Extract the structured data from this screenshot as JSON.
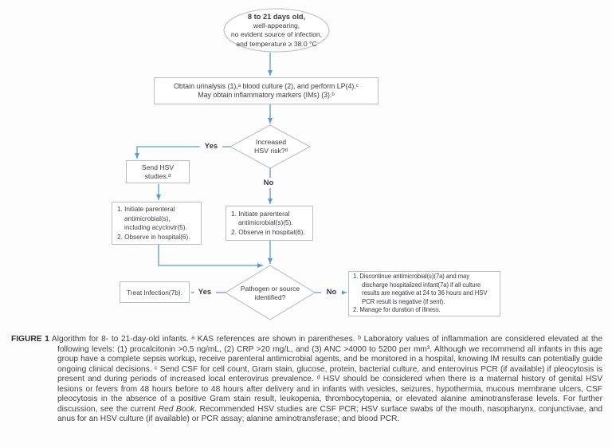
{
  "colors": {
    "arrow_blue": "#5b9bd5",
    "shape_border_gray": "#b9bfc9",
    "flowchart_text": "#3b3b46",
    "caption_text": "#3f3f3f"
  },
  "flowchart": {
    "start_oval": {
      "lines": [
        "8 to 21 days old,",
        "well-appearing,",
        "no evident source of infection,",
        "and temperature ≥ 38.0 °C"
      ]
    },
    "workup_box": {
      "lines": [
        "Obtain urinalysis (1),ᵃ blood culture (2), and perform LP(4).ᶜ",
        "May obtain inflammatory markers (IMs) (3).ᵇ"
      ]
    },
    "hsv_risk_diamond": {
      "lines": [
        "Increased",
        "HSV risk?ᵈ"
      ]
    },
    "labels": {
      "yes1": "Yes",
      "no1": "No",
      "yes2": "Yes",
      "no2": "No"
    },
    "send_hsv_box": {
      "lines": [
        "Send HSV",
        "studies.ᵈ"
      ]
    },
    "init_acyclovir_box": {
      "lines": [
        "1. Initiate parenteral",
        "antimicrobial(s),",
        "including acyclovir(5).",
        "2. Observe in hospital(6)."
      ]
    },
    "init_box": {
      "lines": [
        "1. Initiate parenteral",
        "antimicrobial(s)(5).",
        "2. Observe in hospital(6)."
      ]
    },
    "pathogen_diamond": {
      "lines": [
        "Pathogen or source",
        "identified?"
      ]
    },
    "treat_box": {
      "label": "Treat Infection(7b)."
    },
    "discharge_box": {
      "lines": [
        "1. Discontinue antimicrobial(s)(7a) and may",
        "discharge hospitalized infant(7a) if all culture",
        "results are negative at 24 to 36 hours and HSV",
        "PCR result is negative (if sent).",
        "2. Manage for duration of illness."
      ]
    }
  },
  "caption": {
    "label": "FIGURE 1",
    "before_red_book": " Algorithm for 8- to 21-day-old infants. ᵃ KAS references are shown in parentheses. ᵇ Laboratory values of inflammation are considered elevated at the following levels: (1) procalcitonin >0.5 ng/mL, (2) CRP >20 mg/L, and (3) ANC >4000 to 5200 per mm³. Although we recommend all infants in this age group have a complete sepsis workup, receive parenteral antimicrobial agents, and be monitored in a hospital, knowing IM results can potentially guide ongoing clinical decisions. ᶜ Send CSF for cell count, Gram stain, glucose, protein, bacterial culture, and enterovirus PCR (if available) if pleocytosis is present and during periods of increased local enterovirus prevalence. ᵈ HSV should be considered when there is a maternal history of genital HSV lesions or fevers from 48 hours before to 48 hours after delivery and in infants with vesicles, seizures, hypothermia, mucous membrane ulcers, CSF pleocytosis in the absence of a positive Gram stain result, leukopenia, thrombocytopenia, or elevated alanine aminotransferase levels. For further discussion, see the current ",
    "red_book": "Red Book",
    "after_red_book": ". Recommended HSV studies are CSF PCR; HSV surface swabs of the mouth, nasopharynx, conjunctivae, and anus for an HSV culture (if available) or PCR assay; alanine aminotransferase; and blood PCR."
  }
}
